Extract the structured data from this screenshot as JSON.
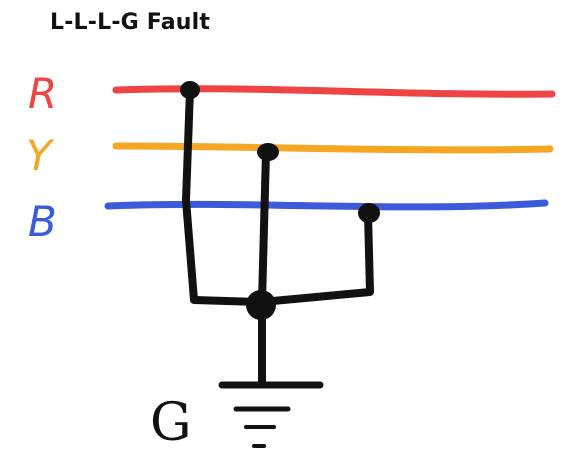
{
  "title": "L-L-L-G Fault",
  "phases": [
    {
      "label": "R",
      "color": "#ef4444"
    },
    {
      "label": "Y",
      "color": "#f5a623"
    },
    {
      "label": "B",
      "color": "#3b5bdb"
    }
  ],
  "ground": {
    "label": "G"
  },
  "colors": {
    "conductor": "#111111",
    "background": "#ffffff"
  }
}
